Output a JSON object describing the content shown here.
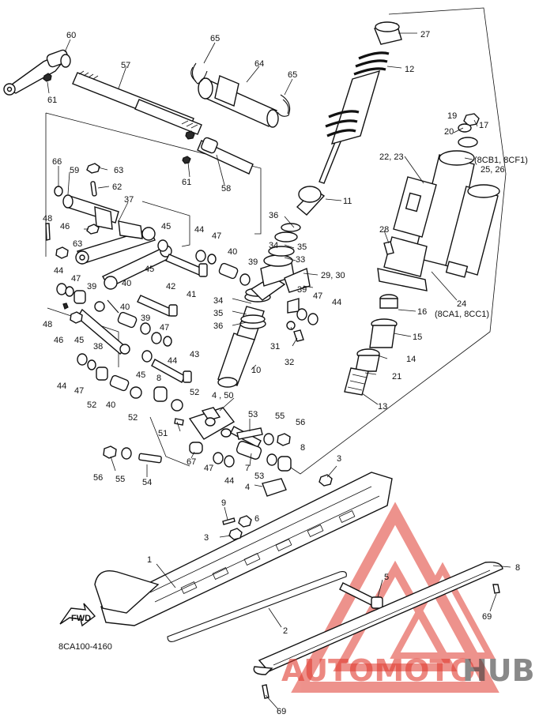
{
  "diagram": {
    "drawing_code": "8CA100-4160",
    "front_marker": "FWD",
    "variant_notes": {
      "upper": "(8CB1, 8CF1)",
      "lower": "(8CA1, 8CC1)"
    },
    "callouts": {
      "c1": "1",
      "c2": "2",
      "c3a": "3",
      "c3b": "3",
      "c4a": "4 , 50",
      "c4b": "4",
      "c5": "5",
      "c6": "6",
      "c7": "7",
      "c8a": "8",
      "c8b": "8",
      "c8c": "8",
      "c9": "9",
      "c10": "10",
      "c11": "11",
      "c12": "12",
      "c13": "13",
      "c14": "14",
      "c15": "15",
      "c16": "16",
      "c17": "17",
      "c19": "19",
      "c20": "20",
      "c21": "21",
      "c2223": "22, 23",
      "c24": "24",
      "c2526": "25, 26",
      "c27": "27",
      "c28": "28",
      "c2930": "29, 30",
      "c31": "31",
      "c32": "32",
      "c33": "33",
      "c34a": "34",
      "c34b": "34",
      "c35a": "35",
      "c35b": "35",
      "c36a": "36",
      "c36b": "36",
      "c37": "37",
      "c38": "38",
      "c39a": "39",
      "c39b": "39",
      "c39c": "39",
      "c39d": "39",
      "c40a": "40",
      "c40b": "40",
      "c40c": "40",
      "c41": "41",
      "c42": "42",
      "c43": "43",
      "c44a": "44",
      "c44b": "44",
      "c44c": "44",
      "c44d": "44",
      "c44e": "44",
      "c44f": "44",
      "c45a": "45",
      "c45b": "45",
      "c45c": "45",
      "c45d": "45",
      "c46a": "46",
      "c46b": "46",
      "c47a": "47",
      "c47b": "47",
      "c47c": "47",
      "c47d": "47",
      "c47e": "47",
      "c47f": "47",
      "c48a": "48",
      "c48b": "48",
      "c51": "51",
      "c52a": "52",
      "c52b": "52",
      "c52c": "52",
      "c53a": "53",
      "c53b": "53",
      "c54": "54",
      "c55a": "55",
      "c55b": "55",
      "c56a": "56",
      "c56b": "56",
      "c57": "57",
      "c58": "58",
      "c59": "59",
      "c60": "60",
      "c61a": "61",
      "c61b": "61",
      "c62": "62",
      "c63a": "63",
      "c63b": "63",
      "c64": "64",
      "c65a": "65",
      "c65b": "65",
      "c66": "66",
      "c67": "67",
      "c69a": "69",
      "c69b": "69"
    }
  },
  "watermark": {
    "word_colored": "AUTOMOTO",
    "word_dark": "HUB",
    "colors": {
      "red": "#e03a2f",
      "dark": "#3b3b3b"
    }
  }
}
